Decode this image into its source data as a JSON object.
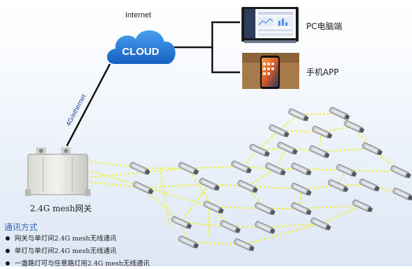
{
  "cloud": {
    "label": "CLOUD",
    "caption": "Internet"
  },
  "link": {
    "label": "4G/ethernet"
  },
  "endpoints": [
    {
      "label": "PC电脑端"
    },
    {
      "label": "手机APP"
    }
  ],
  "gateway": {
    "label": "2.4G mesh网关"
  },
  "communication": {
    "title": "通讯方式",
    "items": [
      "网关与单灯间2.4G mesh无线通讯",
      "单灯与单灯间2.4G mesh无线通讯",
      "一盏路灯可与任意路灯用2.4G mesh无线通讯"
    ]
  },
  "colors": {
    "cloud": "#1d78d8",
    "mesh_link": "#f6ef3a",
    "accent_text": "#2b67c0",
    "link_text": "#2446a8"
  }
}
